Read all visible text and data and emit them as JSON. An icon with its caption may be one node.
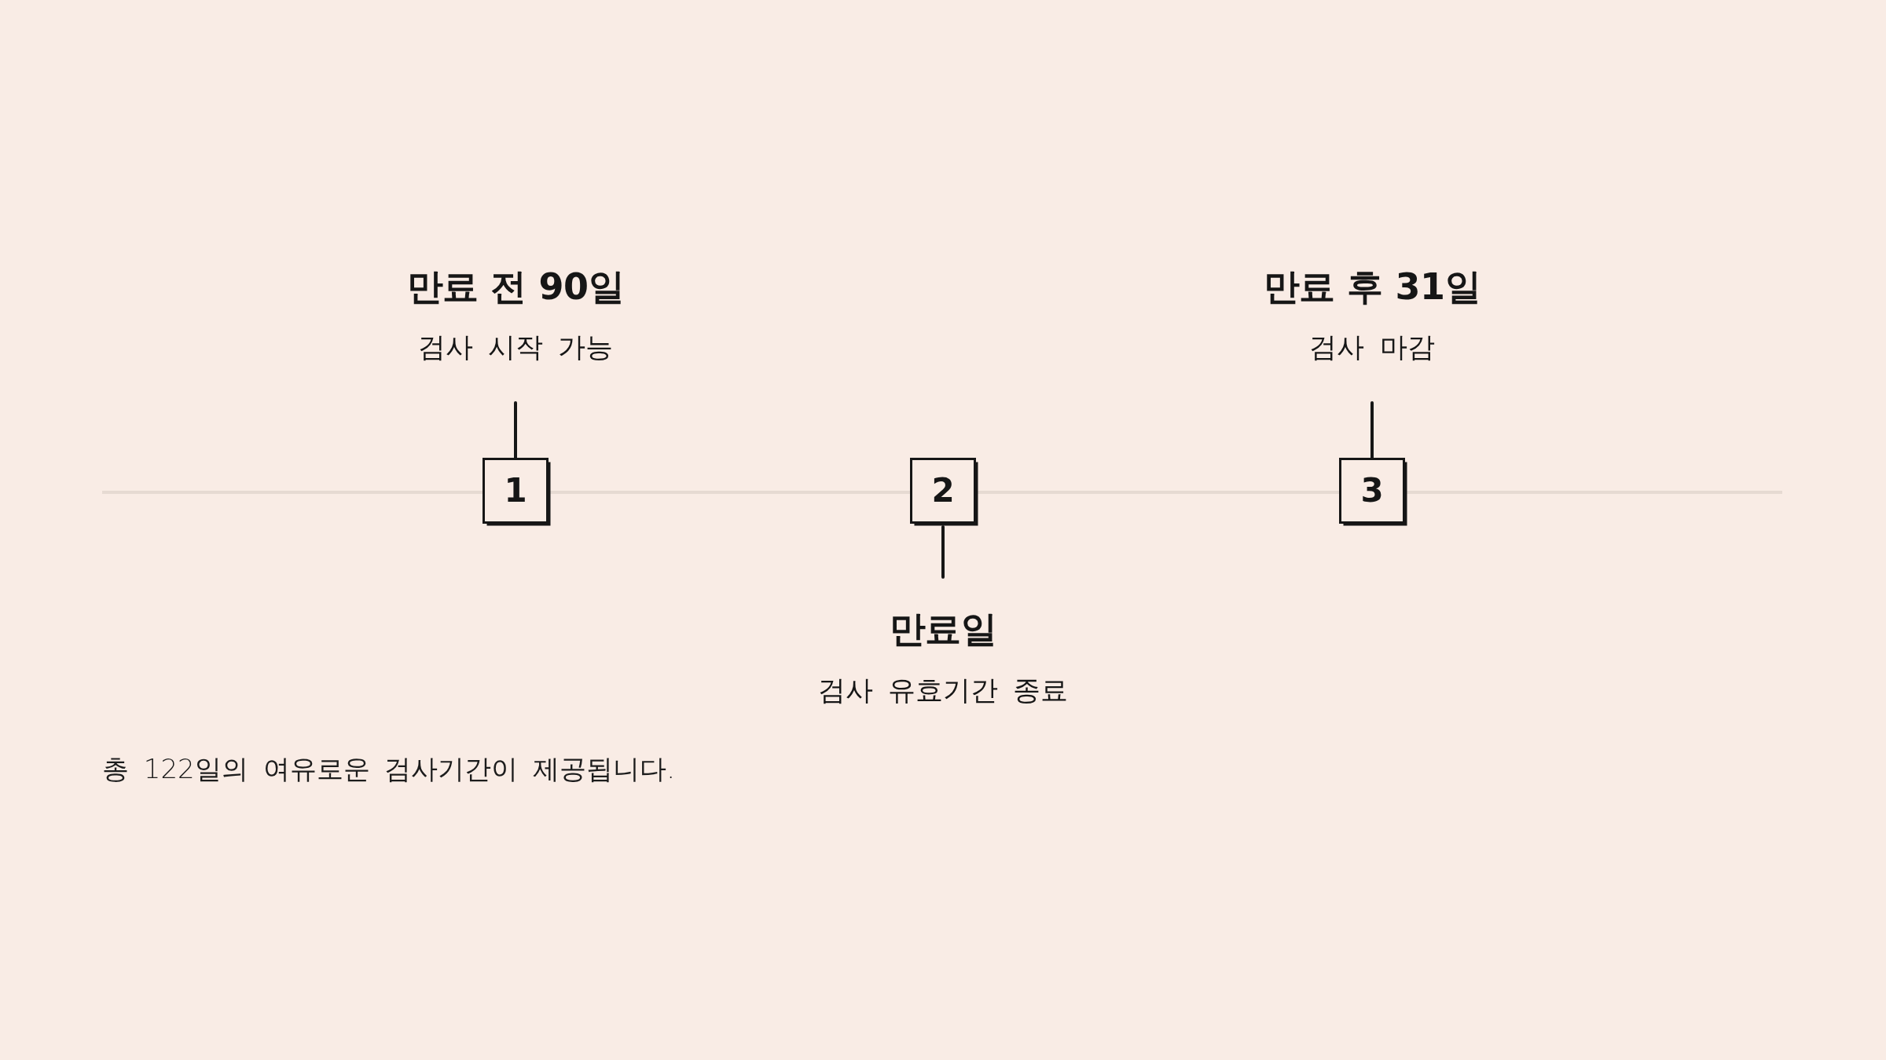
{
  "diagram": {
    "nodes": [
      {
        "text": [
          "만료 전 90일",
          "검사 시작 가능"
        ]
      },
      {
        "text": [
          "1"
        ]
      },
      {
        "text": [
          "2"
        ]
      },
      {
        "text": [
          "만료일",
          "검사 유효기간 종료"
        ]
      },
      {
        "text": [
          "만료 후 31일",
          "검사 마감"
        ]
      },
      {
        "text": [
          "3"
        ]
      }
    ],
    "edges": [
      {
        "from": 1,
        "to": 0,
        "arrow": "none"
      },
      {
        "from": 2,
        "to": 3,
        "arrow": "none"
      },
      {
        "from": 5,
        "to": 4,
        "arrow": "none"
      }
    ],
    "labels": [
      "총 122일의 여유로운 검사기간이 제공됩니다."
    ]
  }
}
